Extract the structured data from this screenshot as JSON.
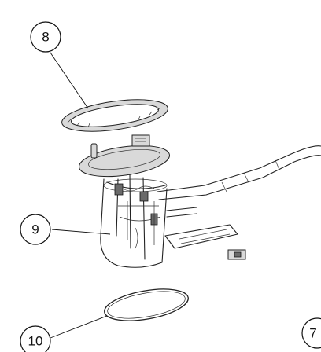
{
  "callouts": {
    "c8": "8",
    "c9": "9",
    "c10": "10",
    "c7": "7"
  }
}
